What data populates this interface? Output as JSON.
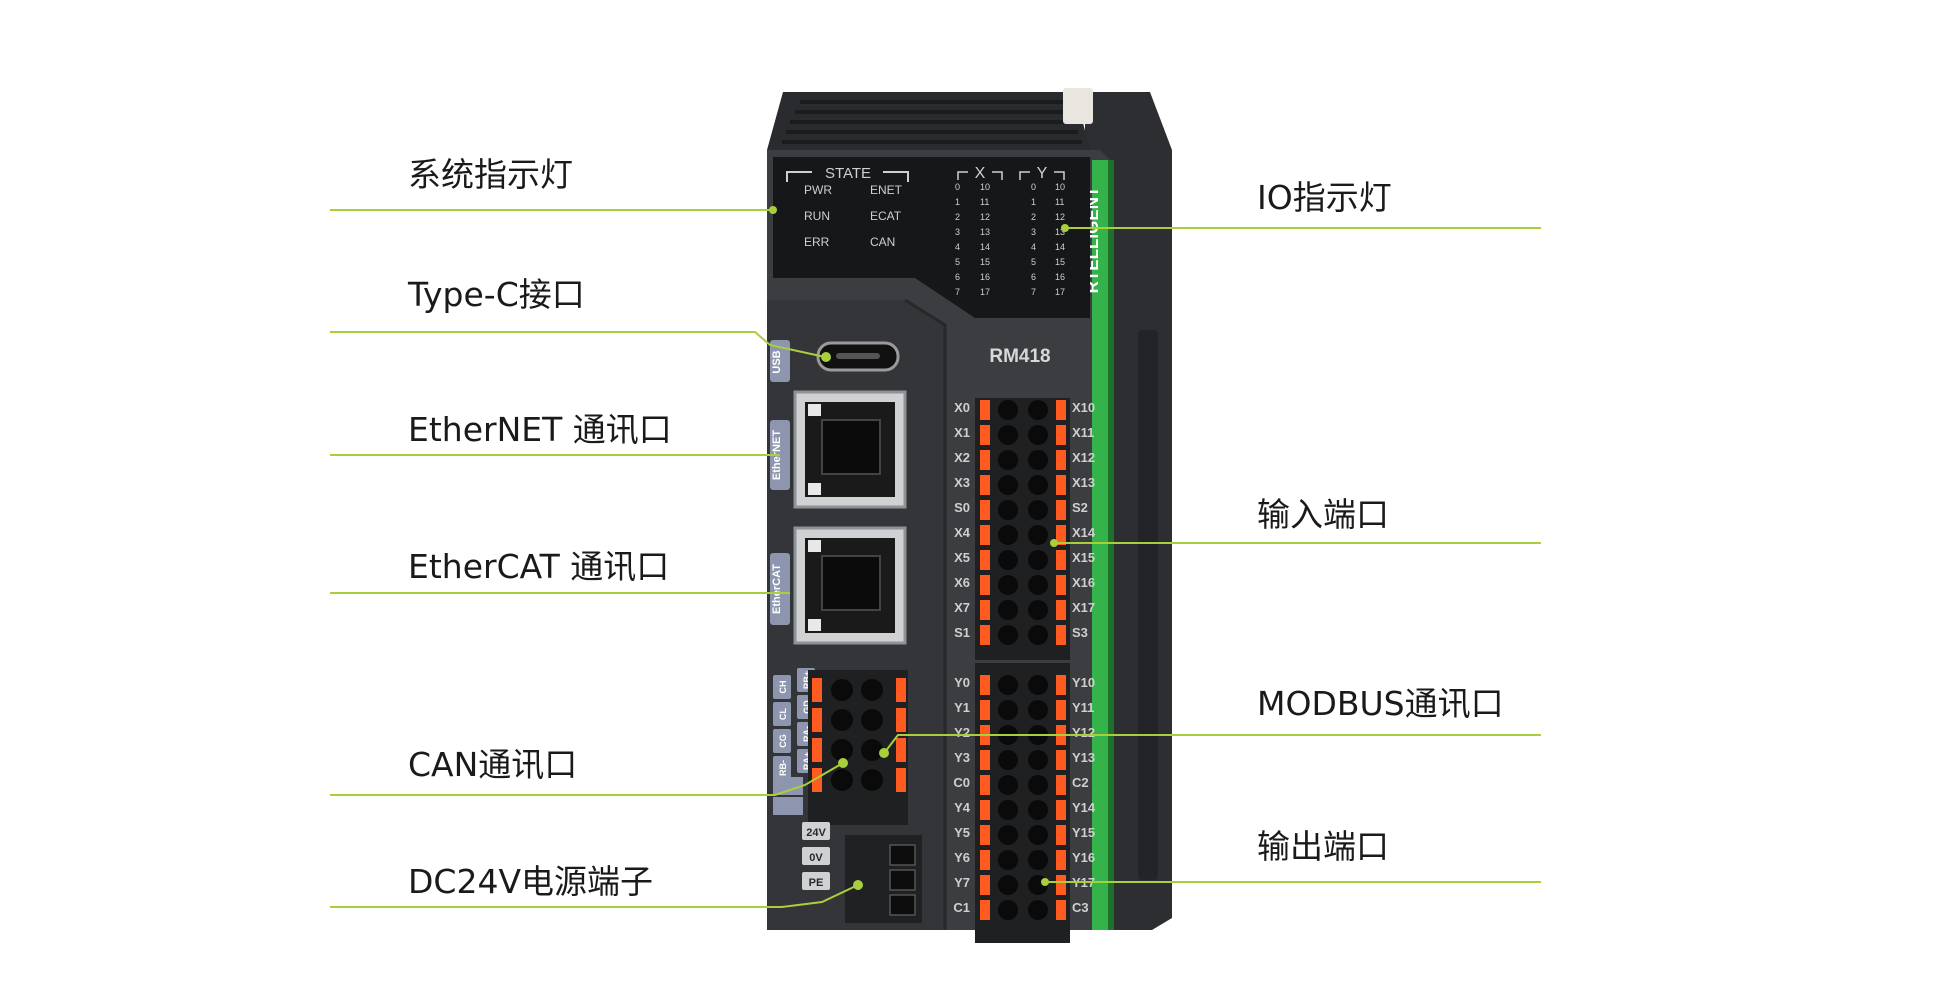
{
  "callouts": {
    "system_indicator": "系统指示灯",
    "type_c": "Type-C接口",
    "ethernet": "EtherNET 通讯口",
    "ethercat": "EtherCAT 通讯口",
    "can": "CAN通讯口",
    "power": "DC24V电源端子",
    "io_indicator": "IO指示灯",
    "input_port": "输入端口",
    "modbus": "MODBUS通讯口",
    "output_port": "输出端口"
  },
  "device": {
    "model": "RM418",
    "brand_strip": "RTELLIGENT",
    "state_title": "STATE",
    "state_leds": [
      [
        "PWR",
        "ENET"
      ],
      [
        "RUN",
        "ECAT"
      ],
      [
        "ERR",
        "CAN"
      ]
    ],
    "x_group": "X",
    "y_group": "Y",
    "led_numbers_left": [
      "0",
      "1",
      "2",
      "3",
      "4",
      "5",
      "6",
      "7"
    ],
    "led_numbers_right": [
      "10",
      "11",
      "12",
      "13",
      "14",
      "15",
      "16",
      "17"
    ],
    "port_usb": "USB",
    "port_ethernet": "EtherNET",
    "port_ethercat": "EtherCAT",
    "can_labels": [
      "CH",
      "CL",
      "CG",
      "RB-",
      "RB+",
      "GD",
      "RA-",
      "RA+"
    ],
    "power_labels": [
      "24V",
      "0V",
      "PE"
    ],
    "input_left": [
      "X0",
      "X1",
      "X2",
      "X3",
      "S0",
      "X4",
      "X5",
      "X6",
      "X7",
      "S1"
    ],
    "input_right": [
      "X10",
      "X11",
      "X12",
      "X13",
      "S2",
      "X14",
      "X15",
      "X16",
      "X17",
      "S3"
    ],
    "output_left": [
      "Y0",
      "Y1",
      "Y2",
      "Y3",
      "C0",
      "Y4",
      "Y5",
      "Y6",
      "Y7",
      "C1"
    ],
    "output_right": [
      "Y10",
      "Y11",
      "Y12",
      "Y13",
      "C2",
      "Y14",
      "Y15",
      "Y16",
      "Y17",
      "C3"
    ]
  },
  "colors": {
    "leader_line": "#a9cf3c",
    "accent_green": "#34b34a",
    "terminal_orange": "#ff5a1f",
    "body_dark": "#3b3d40"
  }
}
